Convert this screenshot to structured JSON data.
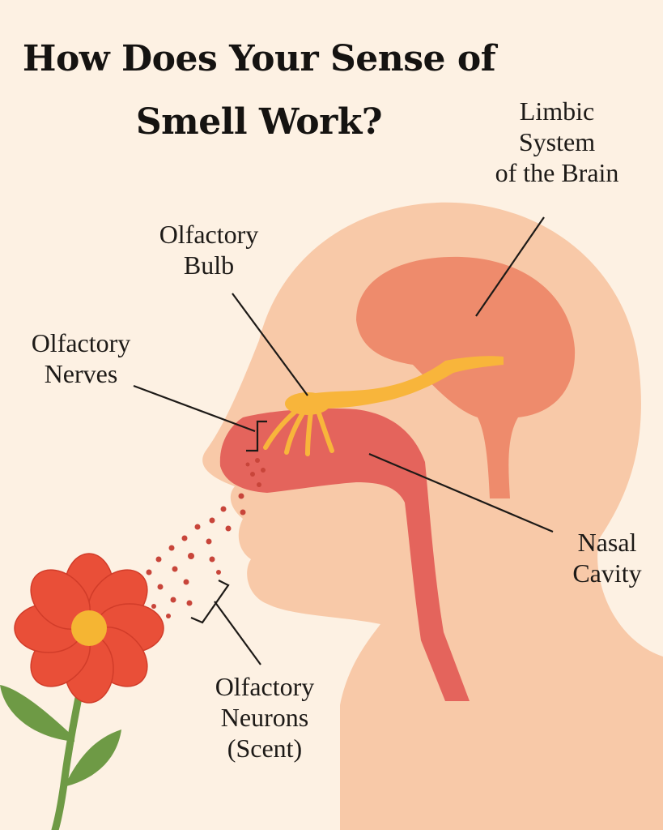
{
  "title": {
    "line1": "How Does Your Sense of",
    "line2": "Smell Work?"
  },
  "labels": {
    "limbic": [
      "Limbic",
      "System",
      "of the Brain"
    ],
    "olfactory_bulb": [
      "Olfactory",
      "Bulb"
    ],
    "olfactory_nerves": [
      "Olfactory",
      "Nerves"
    ],
    "nasal_cavity": [
      "Nasal",
      "Cavity"
    ],
    "olfactory_neurons": [
      "Olfactory",
      "Neurons",
      "(Scent)"
    ]
  },
  "colors": {
    "background": "#fdf1e3",
    "head": "#f8c9a8",
    "brain": "#ee8b6c",
    "nasal": "#e4645c",
    "nerve": "#f8b53b",
    "petal": "#e94f38",
    "flower_center": "#f5b533",
    "stem": "#6e9a45",
    "scent_dots": "#c8453a",
    "text": "#1d1a17"
  }
}
